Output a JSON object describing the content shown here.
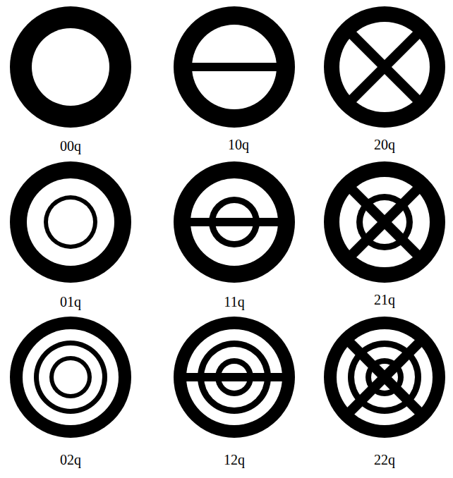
{
  "diagram": {
    "labels": [
      "00q",
      "10q",
      "20q",
      "01q",
      "11q",
      "21q",
      "02q",
      "12q",
      "22q"
    ]
  }
}
